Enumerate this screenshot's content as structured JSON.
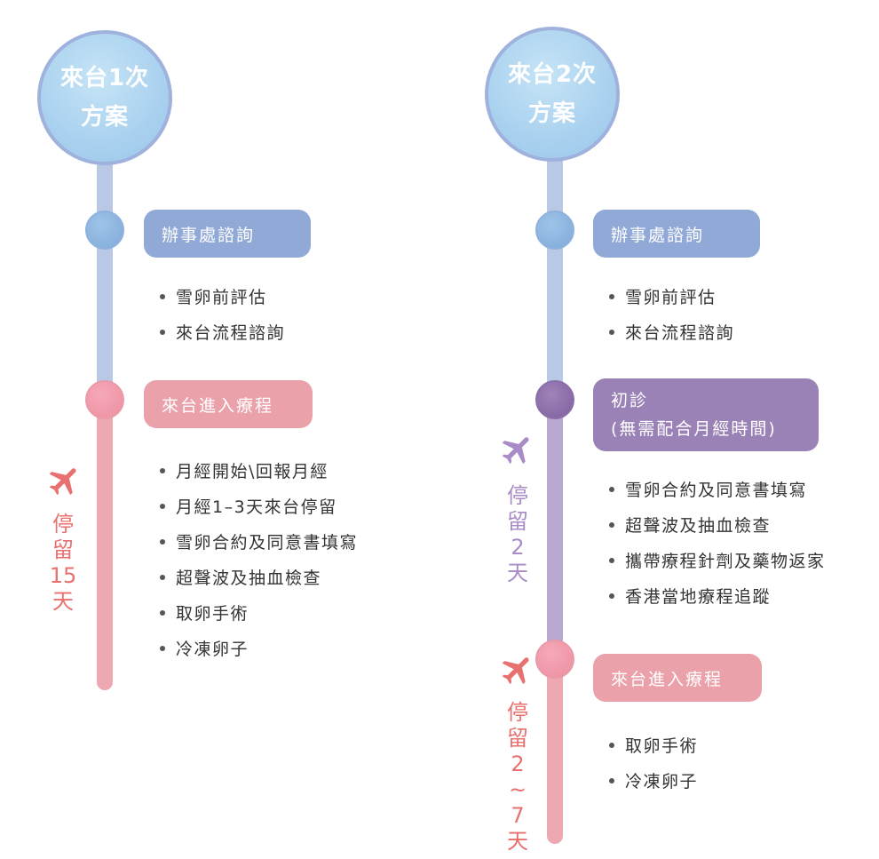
{
  "colors": {
    "red": "#e8716f",
    "purple_text": "#a98cc6"
  },
  "plan1": {
    "title_line1": "來台1次",
    "title_line2": "方案",
    "step1": {
      "label": "辦事處諮詢",
      "items": [
        "雪卵前評估",
        "來台流程諮詢"
      ]
    },
    "step2": {
      "label": "來台進入療程",
      "items": [
        "月經開始\\回報月經",
        "月經1–3天來台停留",
        "雪卵合約及同意書填寫",
        "超聲波及抽血檢查",
        "取卵手術",
        "冷凍卵子"
      ]
    },
    "stay": {
      "icon": "airplane-icon",
      "lines": [
        "停",
        "留",
        "15",
        "天"
      ]
    }
  },
  "plan2": {
    "title_line1": "來台2次",
    "title_line2": "方案",
    "step1": {
      "label": "辦事處諮詢",
      "items": [
        "雪卵前評估",
        "來台流程諮詢"
      ]
    },
    "step2": {
      "label_line1": "初診",
      "label_line2": "(無需配合月經時間)",
      "items": [
        "雪卵合約及同意書填寫",
        "超聲波及抽血檢查",
        "攜帶療程針劑及藥物返家",
        "香港當地療程追蹤"
      ]
    },
    "stay1": {
      "icon": "airplane-icon",
      "lines": [
        "停",
        "留",
        "2",
        "天"
      ]
    },
    "step3": {
      "label": "來台進入療程",
      "items": [
        "取卵手術",
        "冷凍卵子"
      ]
    },
    "stay2": {
      "icon": "airplane-icon",
      "lines": [
        "停",
        "留",
        "2",
        "~",
        "7",
        "天"
      ]
    }
  }
}
